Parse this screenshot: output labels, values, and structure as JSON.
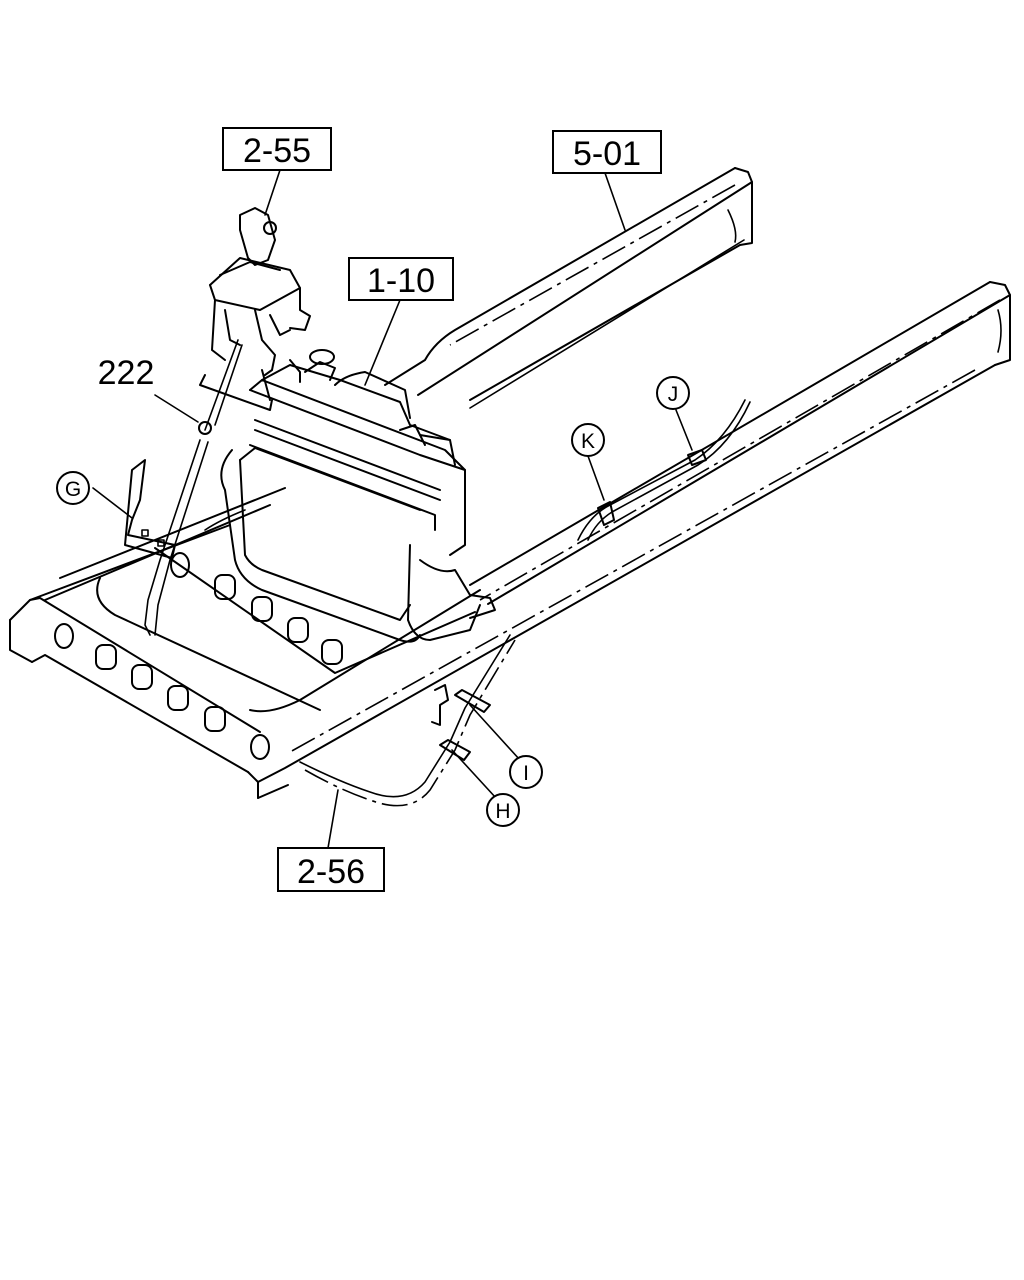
{
  "callouts": {
    "c_2_55": "2-55",
    "c_5_01": "5-01",
    "c_1_10": "1-10",
    "c_222": "222",
    "c_2_56": "2-56"
  },
  "circle_labels": {
    "G": "G",
    "K": "K",
    "J": "J",
    "I": "I",
    "H": "H"
  }
}
